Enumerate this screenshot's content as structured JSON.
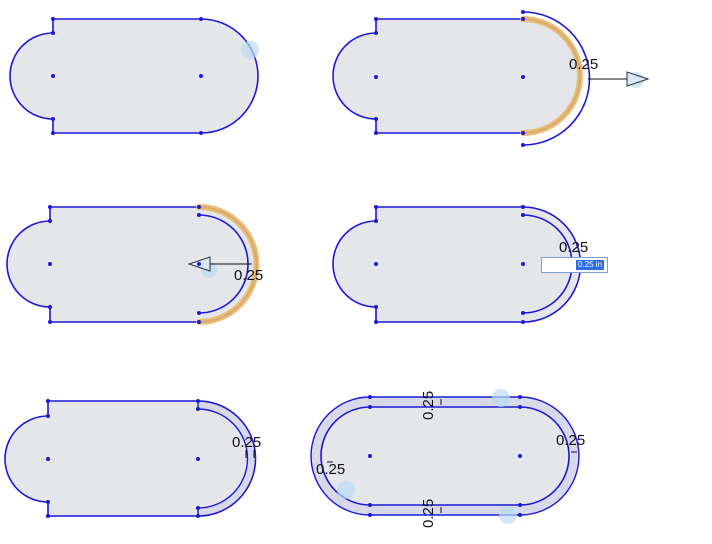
{
  "panels": [
    {
      "id": 1,
      "dimension_label": ""
    },
    {
      "id": 2,
      "dimension_label": "0.25"
    },
    {
      "id": 3,
      "dimension_label": "0.25"
    },
    {
      "id": 4,
      "dimension_label": "0.25",
      "input_value": "0.25 in"
    },
    {
      "id": 5,
      "dimension_label": "0.25"
    },
    {
      "id": 6,
      "dimension_labels": {
        "top": "0.25",
        "right": "0.25",
        "left": "0.25",
        "bottom": "0.25"
      }
    }
  ]
}
